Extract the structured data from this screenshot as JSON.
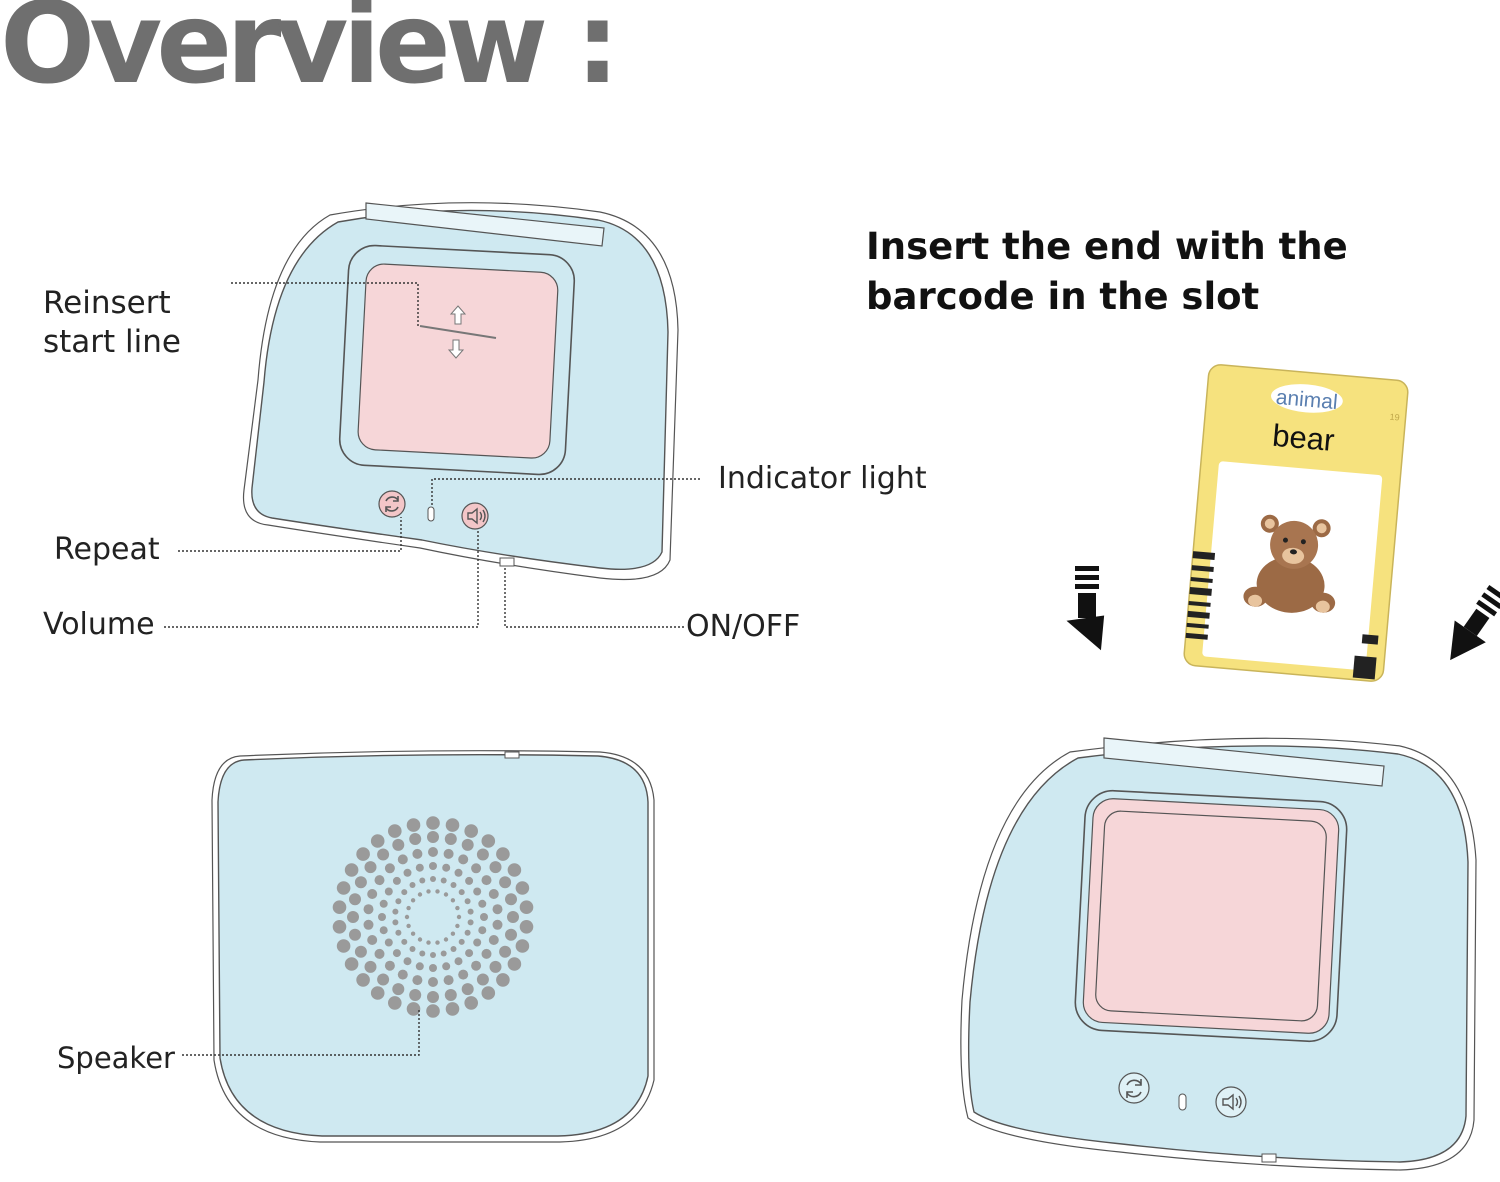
{
  "title": "Overview :",
  "instruction": {
    "line1": "Insert the end with the",
    "line2": "barcode in the slot"
  },
  "labels": {
    "reinsert_line1": "Reinsert",
    "reinsert_line2": "start line",
    "indicator": "Indicator light",
    "repeat": "Repeat",
    "volume": "Volume",
    "onoff": "ON/OFF",
    "speaker": "Speaker"
  },
  "card": {
    "category": "animal",
    "word": "bear",
    "page_number": "19"
  },
  "icons": {
    "repeat": "repeat-icon",
    "volume": "speaker-volume-icon",
    "arrows": "down-arrow-icon",
    "bear": "teddy-bear-icon"
  },
  "colors": {
    "device_body": "#cfe9f1",
    "screen": "#f6d6d8",
    "card_yellow": "#f6e27e",
    "speaker_dots": "#9a9a9a",
    "title_gray": "#6f6f6f"
  }
}
